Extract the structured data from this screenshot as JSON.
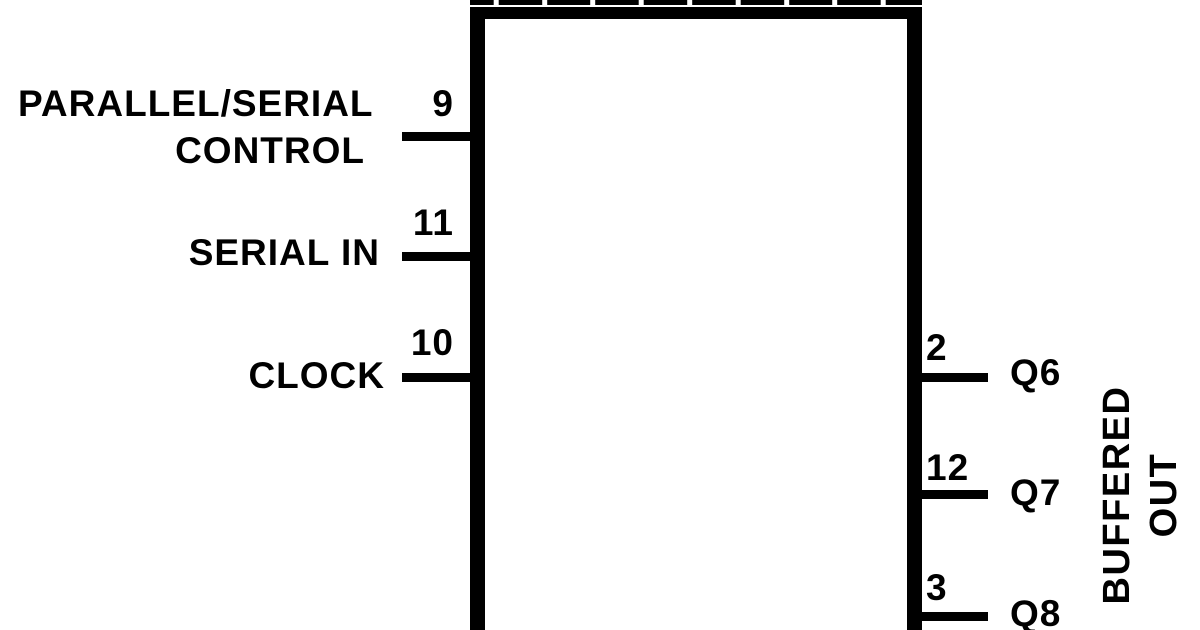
{
  "diagram": {
    "colors": {
      "ink": "#000000",
      "background": "#ffffff"
    },
    "left_pins": [
      {
        "number": "9",
        "label_lines": [
          "PARALLEL/SERIAL",
          "CONTROL"
        ]
      },
      {
        "number": "11",
        "label_lines": [
          "SERIAL IN"
        ]
      },
      {
        "number": "10",
        "label_lines": [
          "CLOCK"
        ]
      }
    ],
    "right_pins": [
      {
        "number": "2",
        "label": "Q6"
      },
      {
        "number": "12",
        "label": "Q7"
      },
      {
        "number": "3",
        "label": "Q8"
      }
    ],
    "right_group_label": {
      "line1": "BUFFERED",
      "line2": "OUT"
    }
  }
}
